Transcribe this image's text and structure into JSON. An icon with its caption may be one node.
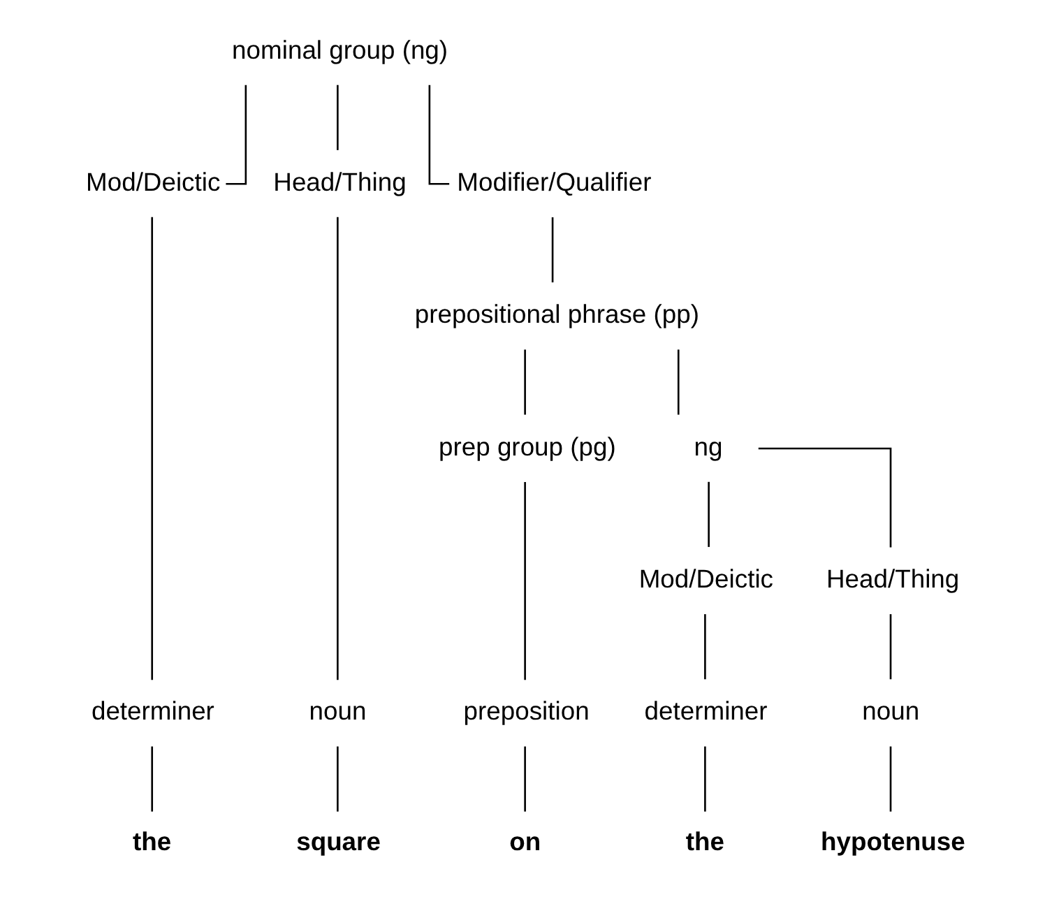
{
  "diagram": {
    "nodes": [
      {
        "text": [
          "nominal group (ng)"
        ]
      },
      {
        "text": [
          "Mod/Deictic"
        ]
      },
      {
        "text": [
          "Head/Thing"
        ]
      },
      {
        "text": [
          "Modifier/Qualifier"
        ]
      },
      {
        "text": [
          "prepositional phrase (pp)"
        ]
      },
      {
        "text": [
          "prep group (pg)"
        ]
      },
      {
        "text": [
          "ng"
        ]
      },
      {
        "text": [
          "Mod/Deictic"
        ]
      },
      {
        "text": [
          "Head/Thing"
        ]
      },
      {
        "text": [
          "determiner"
        ]
      },
      {
        "text": [
          "noun"
        ]
      },
      {
        "text": [
          "preposition"
        ]
      },
      {
        "text": [
          "determiner"
        ]
      },
      {
        "text": [
          "noun"
        ]
      },
      {
        "text": [
          "the"
        ]
      },
      {
        "text": [
          "square"
        ]
      },
      {
        "text": [
          "on"
        ]
      },
      {
        "text": [
          "the"
        ]
      },
      {
        "text": [
          "hypotenuse"
        ]
      }
    ],
    "edges": [
      {
        "from": 0,
        "to": 1,
        "arrow": "none"
      },
      {
        "from": 0,
        "to": 2,
        "arrow": "none"
      },
      {
        "from": 0,
        "to": 3,
        "arrow": "none"
      },
      {
        "from": 1,
        "to": 9,
        "arrow": "none"
      },
      {
        "from": 2,
        "to": 10,
        "arrow": "none"
      },
      {
        "from": 3,
        "to": 4,
        "arrow": "none"
      },
      {
        "from": 4,
        "to": 5,
        "arrow": "none"
      },
      {
        "from": 4,
        "to": 6,
        "arrow": "none"
      },
      {
        "from": 5,
        "to": 11,
        "arrow": "none"
      },
      {
        "from": 6,
        "to": 7,
        "arrow": "none"
      },
      {
        "from": 6,
        "to": 8,
        "arrow": "none"
      },
      {
        "from": 7,
        "to": 12,
        "arrow": "none"
      },
      {
        "from": 8,
        "to": 13,
        "arrow": "none"
      },
      {
        "from": 9,
        "to": 14,
        "arrow": "none"
      },
      {
        "from": 10,
        "to": 15,
        "arrow": "none"
      },
      {
        "from": 11,
        "to": 16,
        "arrow": "none"
      },
      {
        "from": 12,
        "to": 17,
        "arrow": "none"
      },
      {
        "from": 13,
        "to": 18,
        "arrow": "none"
      }
    ]
  }
}
